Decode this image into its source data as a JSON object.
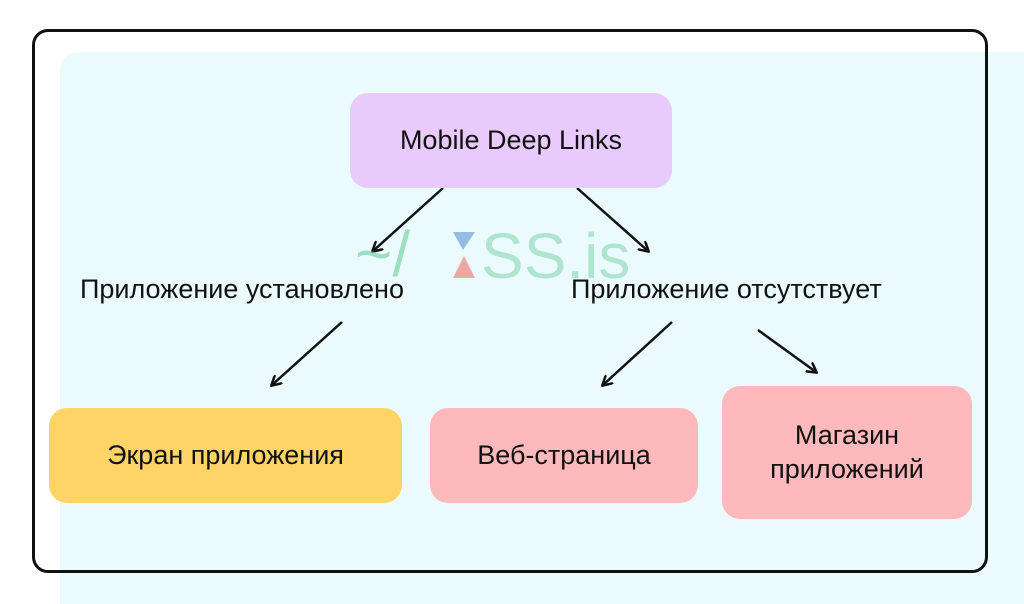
{
  "diagram": {
    "root": {
      "label": "Mobile Deep Links"
    },
    "branches": [
      {
        "label": "Приложение установлено"
      },
      {
        "label": "Приложение отсутствует"
      }
    ],
    "outcomes": [
      {
        "label": "Экран приложения"
      },
      {
        "label": "Веб-страница"
      },
      {
        "label": "Магазин\nприложений"
      }
    ],
    "watermark": {
      "prefix": "~/",
      "text": "XSS.is"
    }
  },
  "colors": {
    "root_fill": "#e8cbfc",
    "app_screen_fill": "#fdd465",
    "web_page_fill": "#fdb9bb",
    "store_fill": "#fdb9bb",
    "background_panel": "#ebfbfd",
    "watermark_green": "#7fd4a8",
    "watermark_red": "#f28b82",
    "watermark_blue": "#7aa7d8"
  }
}
